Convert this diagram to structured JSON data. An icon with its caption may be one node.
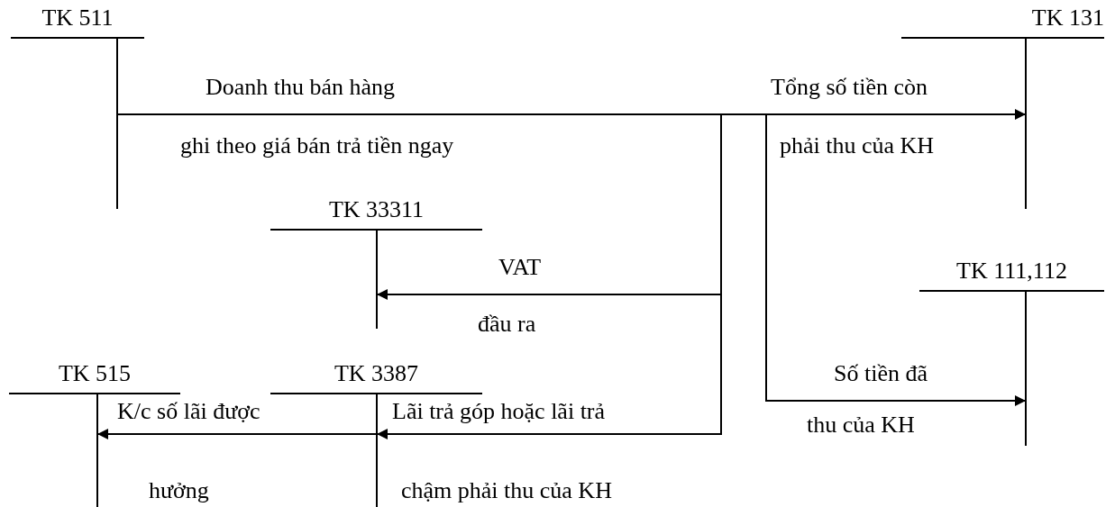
{
  "diagram": {
    "nodes": [
      {
        "text": [
          "TK 511"
        ]
      },
      {
        "text": [
          "TK 131"
        ]
      },
      {
        "text": [
          "TK 33311"
        ]
      },
      {
        "text": [
          "TK 111,112"
        ]
      },
      {
        "text": [
          "TK 515"
        ]
      },
      {
        "text": [
          "TK 3387"
        ]
      }
    ],
    "edges": [
      {
        "from": 0,
        "to": 1,
        "arrow": "to"
      },
      {
        "from": 1,
        "to": 2,
        "arrow": "to"
      },
      {
        "from": 1,
        "to": 5,
        "arrow": "to"
      },
      {
        "from": 1,
        "to": 3,
        "arrow": "to"
      },
      {
        "from": 5,
        "to": 4,
        "arrow": "to"
      }
    ],
    "labels": [
      "Doanh thu bán hàng",
      "Tổng số tiền còn",
      "ghi theo giá bán trả tiền ngay",
      "phải thu của KH",
      "VAT",
      "đầu ra",
      "Số tiền đã",
      "K/c số lãi được",
      "Lãi trả góp hoặc lãi trả",
      "thu của KH",
      "hưởng",
      "chậm phải thu của KH"
    ]
  }
}
